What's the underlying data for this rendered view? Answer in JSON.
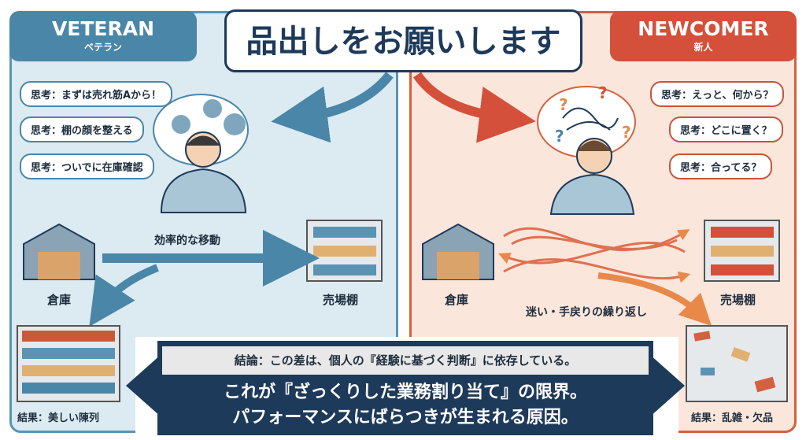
{
  "request": "品出しをお願いします",
  "veteran": {
    "title": "VETERAN",
    "subtitle": "ベテラン",
    "thoughts": [
      "思考：まずは売れ筋Aから！",
      "思考：棚の顔を整える",
      "思考：ついでに在庫確認"
    ],
    "warehouse": "倉庫",
    "shelf": "売場棚",
    "movement": "効率的な移動",
    "result": "結果：美しい陳列",
    "color": "#4a86a8"
  },
  "newcomer": {
    "title": "NEWCOMER",
    "subtitle": "新人",
    "thoughts": [
      "思考：えっと、何から？",
      "思考：どこに置く？",
      "思考：合ってる？"
    ],
    "warehouse": "倉庫",
    "shelf": "売場棚",
    "movement": "迷い・手戻りの繰り返し",
    "result": "結果：乱雑・欠品",
    "color": "#d4503a"
  },
  "conclusion": {
    "line1": "結論：この差は、個人の『経験に基づく判断』に依存している。",
    "line2": "これが『ざっくりした業務割り当て』の限界。",
    "line3": "パフォーマンスにばらつきが生まれる原因。"
  }
}
